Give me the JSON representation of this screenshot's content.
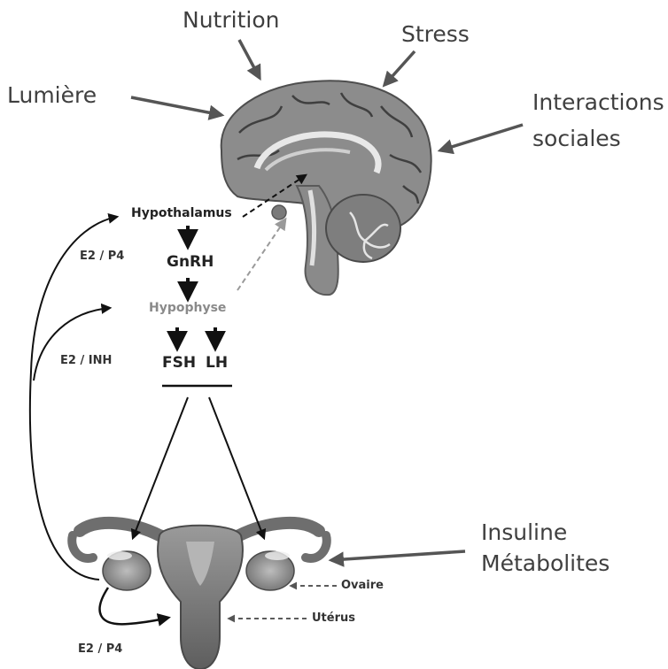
{
  "inputs": {
    "nutrition": "Nutrition",
    "stress": "Stress",
    "lumiere": "Lumière",
    "interactions_line1": "Interactions",
    "interactions_line2": "sociales",
    "insuline": "Insuline",
    "metabolites": "Métabolites"
  },
  "axis": {
    "hypothalamus": "Hypothalamus",
    "gnrh": "GnRH",
    "hypophyse": "Hypophyse",
    "fsh": "FSH",
    "lh": "LH"
  },
  "feedback": {
    "e2_p4_top": "E2 / P4",
    "e2_inh": "E2 / INH",
    "e2_p4_bottom": "E2 / P4"
  },
  "organs": {
    "ovaire": "Ovaire",
    "uterus": "Utérus"
  },
  "colors": {
    "arrow_dark": "#4a4a4a",
    "arrow_black": "#111111",
    "dashed_grey": "#9a9a9a",
    "brain_fill": "#8c8c8c",
    "brain_dark": "#5a5a5a"
  }
}
